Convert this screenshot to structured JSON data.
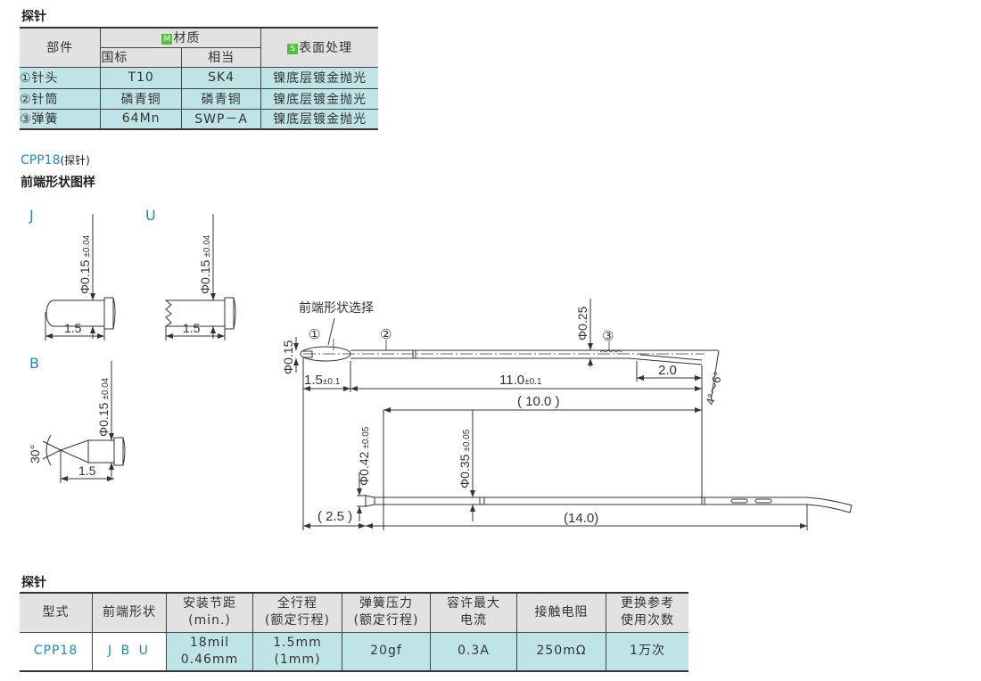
{
  "materials_table": {
    "title": "探针",
    "headers": {
      "part": "部件",
      "material": "材质",
      "material_badge": "M",
      "national": "国标",
      "equivalent": "相当",
      "surface": "表面处理",
      "surface_badge": "S"
    },
    "rows": [
      {
        "part": "①针头",
        "national": "T10",
        "equivalent": "SK4",
        "surface": "镍底层镀金抛光"
      },
      {
        "part": "②针筒",
        "national": "磷青铜",
        "equivalent": "磷青铜",
        "surface": "镍底层镀金抛光"
      },
      {
        "part": "③弹簧",
        "national": "64Mn",
        "equivalent": "SWP－A",
        "surface": "镍底层镀金抛光"
      }
    ]
  },
  "product": {
    "model": "CPP18",
    "model_note": "(探针)",
    "subtitle": "前端形状图样"
  },
  "tips": {
    "J": {
      "label": "J",
      "dia": "Φ0.15",
      "tol": "±0.04",
      "len": "1.5"
    },
    "U": {
      "label": "U",
      "dia": "Φ0.15",
      "tol": "±0.04",
      "len": "1.5"
    },
    "B": {
      "label": "B",
      "dia": "Φ0.15",
      "tol": "±0.04",
      "len": "1.5",
      "angle": "30°"
    }
  },
  "drawing": {
    "tip_select": "前端形状选择",
    "callouts": [
      "①",
      "②",
      "③"
    ],
    "tip_dia": "Φ0.15",
    "spring_dia": "Φ0.25",
    "tip_len": "1.5",
    "tip_len_tol": "±0.1",
    "total_len": "11.0",
    "total_len_tol": "±0.1",
    "bend_len": "2.0",
    "bend_angle": "4°～6°",
    "ref_len": "( 10.0 )",
    "barrel_dia": "Φ0.42",
    "barrel_dia_tol": "±0.05",
    "inner_dia": "Φ0.35",
    "inner_dia_tol": "±0.05",
    "head_len": "( 2.5 )",
    "barrel_len": "(14.0)"
  },
  "spec_table": {
    "title": "探针",
    "headers": [
      "型式",
      "前端形状",
      "安装节距\n(min.)",
      "全行程\n(额定行程)",
      "弹簧压力\n(额定行程)",
      "容许最大\n电流",
      "接触电阻",
      "更换参考\n使用次数"
    ],
    "row": [
      "CPP18",
      "J B U",
      "18mil\n0.46mm",
      "1.5mm\n(1mm)",
      "20gf",
      "0.3A",
      "250mΩ",
      "1万次"
    ]
  },
  "colors": {
    "accent": "#1a8acb",
    "row_fill": "#bfe4e8",
    "header_fill": "#e2e2e2",
    "badge": "#55c03a"
  }
}
